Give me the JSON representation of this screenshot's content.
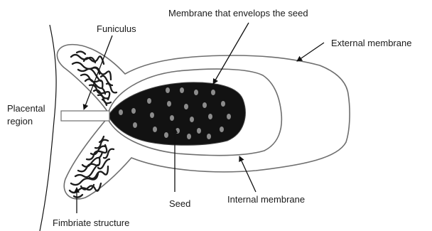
{
  "labels": {
    "funiculus": "Funiculus",
    "membrane_envelops_seed": "Membrane that envelops the seed",
    "external_membrane": "External membrane",
    "placental_region_line1": "Placental",
    "placental_region_line2": "region",
    "seed": "Seed",
    "internal_membrane": "Internal membrane",
    "fimbriate_structure": "Fimbriate structure"
  },
  "colors": {
    "outline": "#6e6e6e",
    "seed_fill": "#121212",
    "seed_dots": "#8c8c8c",
    "fimbriae": "#1c1c1c",
    "arrow": "#111111",
    "text": "#1a1a1a"
  }
}
